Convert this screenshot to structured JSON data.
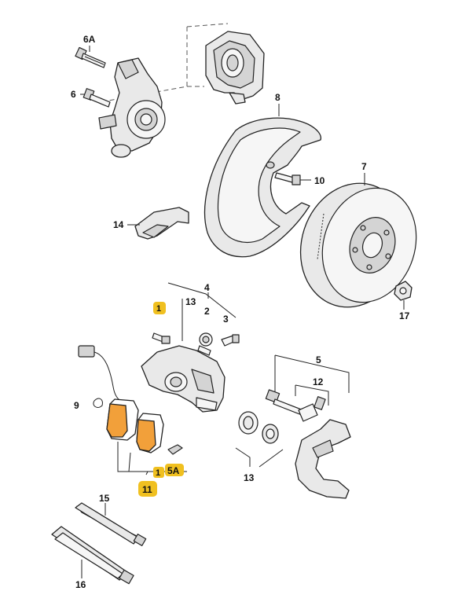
{
  "labels": {
    "l6a": "6A",
    "l6": "6",
    "l8": "8",
    "l10": "10",
    "l7": "7",
    "l14": "14",
    "l4": "4",
    "l13a": "13",
    "l2": "2",
    "l3": "3",
    "l1a": "1",
    "l9": "9",
    "l5": "5",
    "l12": "12",
    "l17": "17",
    "l1b": "1",
    "l5a": "5A",
    "l11": "11",
    "l13b": "13",
    "l15": "15",
    "l16": "16"
  },
  "highlight_color": "#f0c020",
  "pad_color": "#f2a03a"
}
